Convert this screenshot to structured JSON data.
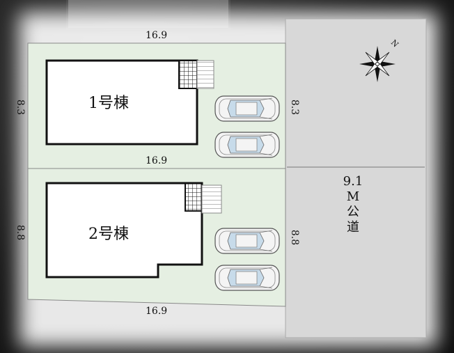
{
  "lot1": {
    "building_label": "1号棟",
    "top_width": "16.9",
    "bottom_width": "16.9",
    "left_depth": "8.3",
    "right_depth": "8.3"
  },
  "lot2": {
    "building_label": "2号棟",
    "bottom_width": "16.9",
    "left_depth": "8.8",
    "right_depth": "8.8"
  },
  "road": {
    "width": "9.1",
    "line2": "M",
    "line3": "公",
    "line4": "道"
  },
  "compass": {
    "north_letter": "N"
  },
  "colors": {
    "lot_fill": "#e5efe2",
    "road_fill": "#d8d8d8",
    "car_body": "#f4f4f4",
    "car_window": "#b9d3e8"
  }
}
